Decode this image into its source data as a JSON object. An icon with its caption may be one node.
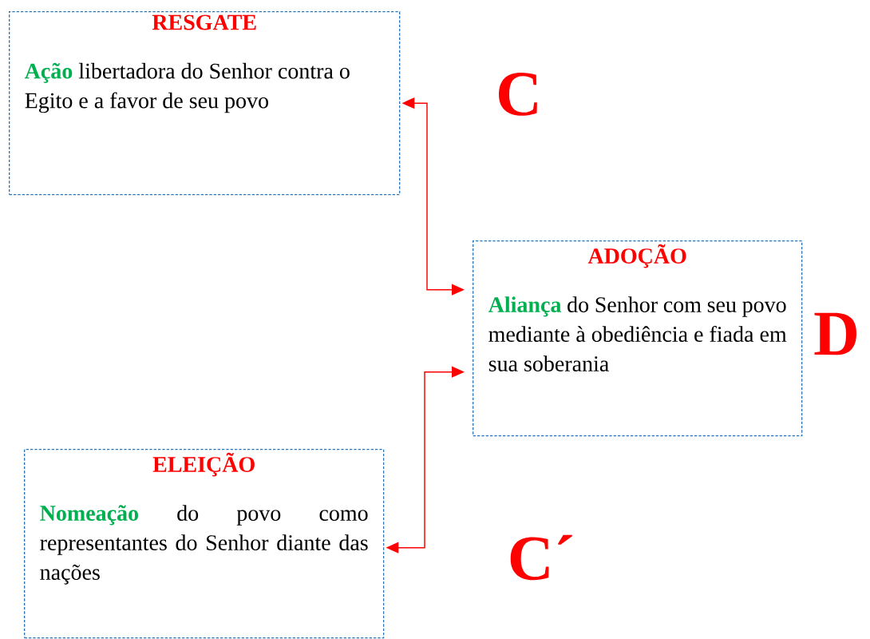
{
  "diagram": {
    "nodes": [
      {
        "text": [
          "RESGATE",
          "**Ação** libertadora do Senhor contra o Egito e a favor de seu povo"
        ]
      },
      {
        "text": [
          "ADOÇÃO",
          "**Aliança** do Senhor com seu povo mediante à obediência e fiada em sua soberania"
        ]
      },
      {
        "text": [
          "ELEIÇÃO",
          "**Nomeação** do povo como representantes do Senhor diante das nações"
        ]
      }
    ],
    "edges": [
      {
        "from": 0,
        "to": 1,
        "arrow": "both",
        "color": "#ff0000"
      },
      {
        "from": 2,
        "to": 1,
        "arrow": "both",
        "color": "#ff0000"
      }
    ],
    "labels": [
      "C",
      "D",
      "C´"
    ]
  }
}
